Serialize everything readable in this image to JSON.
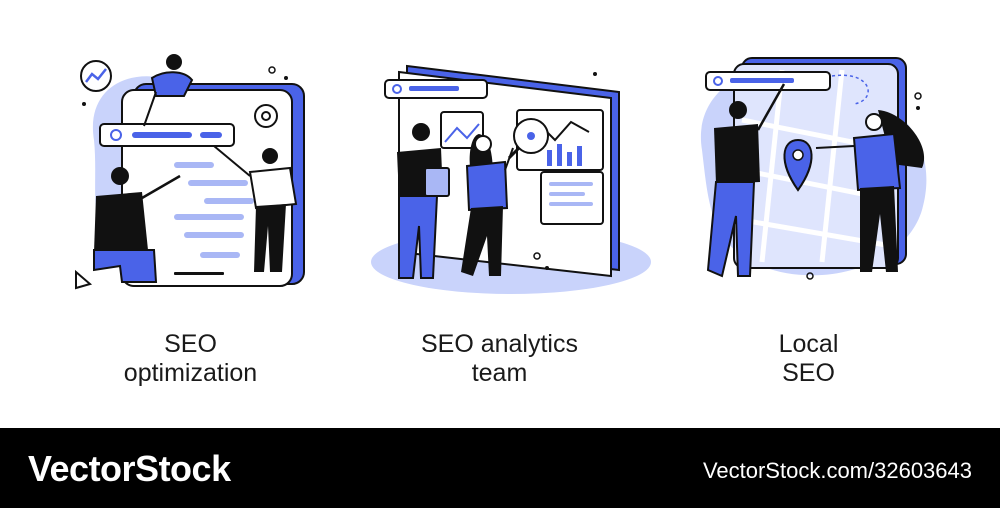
{
  "panels": [
    {
      "caption_lines": [
        "SEO",
        "optimization"
      ],
      "icon": "seo-optimization-illustration"
    },
    {
      "caption_lines": [
        "SEO analytics",
        "team"
      ],
      "icon": "seo-analytics-team-illustration"
    },
    {
      "caption_lines": [
        "Local",
        "SEO"
      ],
      "icon": "local-seo-illustration"
    }
  ],
  "footer": {
    "brand": "VectorStock",
    "url": "VectorStock.com/32603643"
  },
  "colors": {
    "accent": "#4a63e8",
    "light_accent": "#c9d3fb",
    "ink": "#111111",
    "background": "#ffffff",
    "footer_bg": "#000000"
  }
}
